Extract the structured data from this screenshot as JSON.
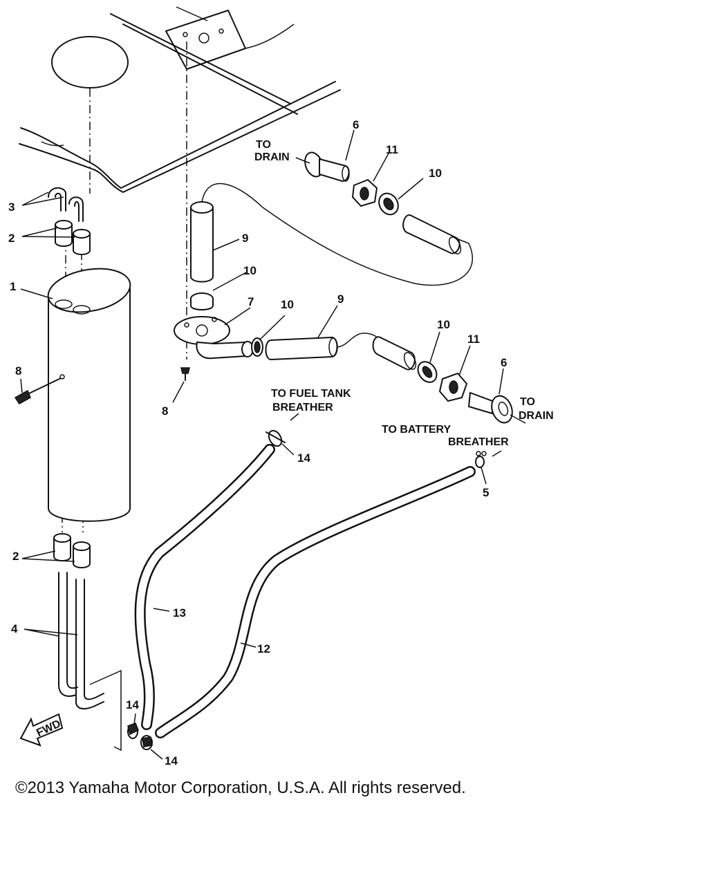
{
  "labels": {
    "to_drain_top_1": "TO",
    "to_drain_top_2": "DRAIN",
    "to_drain_right_1": "TO",
    "to_drain_right_2": "DRAIN",
    "to_fuel_tank_1": "TO FUEL TANK",
    "to_fuel_tank_2": "BREATHER",
    "to_battery_1": "TO BATTERY",
    "to_battery_2": "BREATHER",
    "fwd": "FWD"
  },
  "callouts": {
    "c1": "1",
    "c2a": "2",
    "c2b": "2",
    "c3": "3",
    "c4": "4",
    "c5": "5",
    "c6a": "6",
    "c6b": "6",
    "c7": "7",
    "c8a": "8",
    "c8b": "8",
    "c9a": "9",
    "c9b": "9",
    "c10a": "10",
    "c10b": "10",
    "c10c": "10",
    "c10d": "10",
    "c11a": "11",
    "c11b": "11",
    "c12": "12",
    "c13": "13",
    "c14a": "14",
    "c14b": "14",
    "c14c": "14"
  },
  "copyright": "©2013 Yamaha Motor Corporation, U.S.A. All rights reserved."
}
